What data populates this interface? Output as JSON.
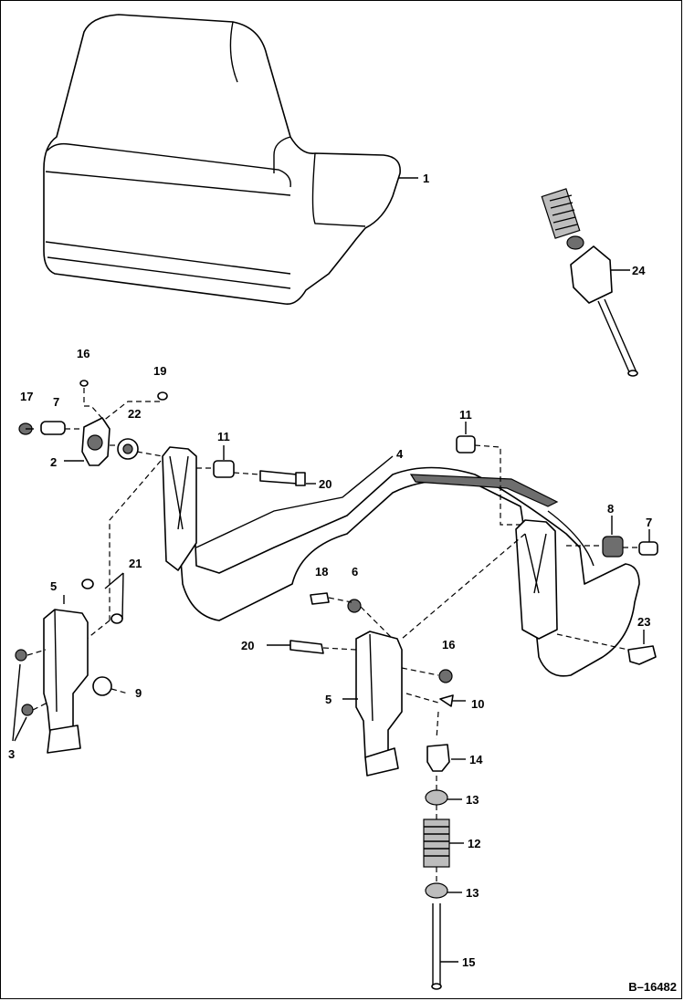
{
  "figure": {
    "id": "B–16482"
  },
  "callouts": {
    "c1": "1",
    "c24": "24",
    "c16a": "16",
    "c19": "19",
    "c17": "17",
    "c7a": "7",
    "c22": "22",
    "c11a": "11",
    "c11b": "11",
    "c2": "2",
    "c20a": "20",
    "c4": "4",
    "c8": "8",
    "c7b": "7",
    "c21": "21",
    "c5a": "5",
    "c18": "18",
    "c6": "6",
    "c23": "23",
    "c20b": "20",
    "c16b": "16",
    "c9": "9",
    "c3": "3",
    "c5b": "5",
    "c10": "10",
    "c14": "14",
    "c13a": "13",
    "c12": "12",
    "c13b": "13",
    "c15": "15"
  }
}
